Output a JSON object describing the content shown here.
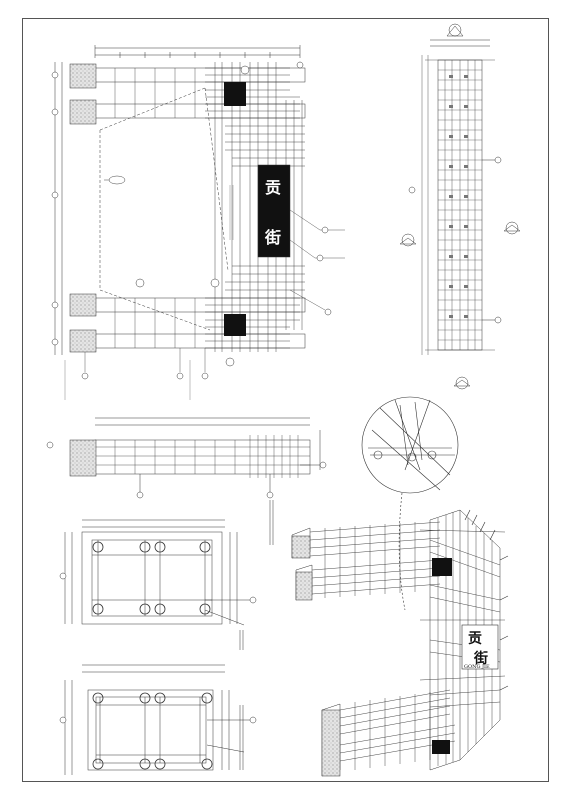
{
  "drawing": {
    "elevation_sign": {
      "char_top": "贡",
      "char_bottom": "街"
    },
    "perspective_sign": {
      "char_left": "贡",
      "char_right": "街",
      "sub": "GONG JIE"
    }
  },
  "colors": {
    "line": "#333333",
    "sign_fill": "#111111",
    "stone": "#d9d9d9"
  }
}
